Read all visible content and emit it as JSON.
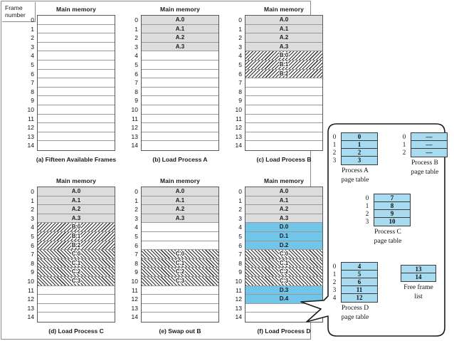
{
  "figure": {
    "frame_number_label": "Frame\nnumber",
    "memory_title": "Main memory"
  },
  "legend_colors": {
    "process_a_fill": "#dcdcdc",
    "process_b_fill": "hatch-backslash",
    "process_c_fill": "hatch-slash",
    "process_d_fill": "#70c5e8",
    "page_table_fill": "#a8daf0",
    "empty_fill": "#ffffff"
  },
  "panels": [
    {
      "id": "a",
      "title": "Main memory",
      "caption": "(a) Fifteen Available Frames",
      "frames": [
        {
          "n": "0",
          "label": "",
          "fill": "empty"
        },
        {
          "n": "1",
          "label": "",
          "fill": "empty"
        },
        {
          "n": "2",
          "label": "",
          "fill": "empty"
        },
        {
          "n": "3",
          "label": "",
          "fill": "empty"
        },
        {
          "n": "4",
          "label": "",
          "fill": "empty"
        },
        {
          "n": "5",
          "label": "",
          "fill": "empty"
        },
        {
          "n": "6",
          "label": "",
          "fill": "empty"
        },
        {
          "n": "7",
          "label": "",
          "fill": "empty"
        },
        {
          "n": "8",
          "label": "",
          "fill": "empty"
        },
        {
          "n": "9",
          "label": "",
          "fill": "empty"
        },
        {
          "n": "10",
          "label": "",
          "fill": "empty"
        },
        {
          "n": "11",
          "label": "",
          "fill": "empty"
        },
        {
          "n": "12",
          "label": "",
          "fill": "empty"
        },
        {
          "n": "13",
          "label": "",
          "fill": "empty"
        },
        {
          "n": "14",
          "label": "",
          "fill": "empty"
        }
      ]
    },
    {
      "id": "b",
      "title": "Main memory",
      "caption": "(b) Load Process A",
      "frames": [
        {
          "n": "0",
          "label": "A.0",
          "fill": "gray"
        },
        {
          "n": "1",
          "label": "A.1",
          "fill": "gray"
        },
        {
          "n": "2",
          "label": "A.2",
          "fill": "gray"
        },
        {
          "n": "3",
          "label": "A.3",
          "fill": "gray"
        },
        {
          "n": "4",
          "label": "",
          "fill": "empty"
        },
        {
          "n": "5",
          "label": "",
          "fill": "empty"
        },
        {
          "n": "6",
          "label": "",
          "fill": "empty"
        },
        {
          "n": "7",
          "label": "",
          "fill": "empty"
        },
        {
          "n": "8",
          "label": "",
          "fill": "empty"
        },
        {
          "n": "9",
          "label": "",
          "fill": "empty"
        },
        {
          "n": "10",
          "label": "",
          "fill": "empty"
        },
        {
          "n": "11",
          "label": "",
          "fill": "empty"
        },
        {
          "n": "12",
          "label": "",
          "fill": "empty"
        },
        {
          "n": "13",
          "label": "",
          "fill": "empty"
        },
        {
          "n": "14",
          "label": "",
          "fill": "empty"
        }
      ]
    },
    {
      "id": "c",
      "title": "Main memory",
      "caption": "(c) Load Process B",
      "frames": [
        {
          "n": "0",
          "label": "A.0",
          "fill": "gray"
        },
        {
          "n": "1",
          "label": "A.1",
          "fill": "gray"
        },
        {
          "n": "2",
          "label": "A.2",
          "fill": "gray"
        },
        {
          "n": "3",
          "label": "A.3",
          "fill": "gray"
        },
        {
          "n": "4",
          "label": "B.0",
          "fill": "hatchB"
        },
        {
          "n": "5",
          "label": "B.1",
          "fill": "hatchB"
        },
        {
          "n": "6",
          "label": "B.2",
          "fill": "hatchB"
        },
        {
          "n": "7",
          "label": "",
          "fill": "empty"
        },
        {
          "n": "8",
          "label": "",
          "fill": "empty"
        },
        {
          "n": "9",
          "label": "",
          "fill": "empty"
        },
        {
          "n": "10",
          "label": "",
          "fill": "empty"
        },
        {
          "n": "11",
          "label": "",
          "fill": "empty"
        },
        {
          "n": "12",
          "label": "",
          "fill": "empty"
        },
        {
          "n": "13",
          "label": "",
          "fill": "empty"
        },
        {
          "n": "14",
          "label": "",
          "fill": "empty"
        }
      ]
    },
    {
      "id": "d",
      "title": "Main memory",
      "caption": "(d) Load Process C",
      "frames": [
        {
          "n": "0",
          "label": "A.0",
          "fill": "gray"
        },
        {
          "n": "1",
          "label": "A.1",
          "fill": "gray"
        },
        {
          "n": "2",
          "label": "A.2",
          "fill": "gray"
        },
        {
          "n": "3",
          "label": "A.3",
          "fill": "gray"
        },
        {
          "n": "4",
          "label": "B.0",
          "fill": "hatchB"
        },
        {
          "n": "5",
          "label": "B.1",
          "fill": "hatchB"
        },
        {
          "n": "6",
          "label": "B.2",
          "fill": "hatchB"
        },
        {
          "n": "7",
          "label": "C.0",
          "fill": "hatchC"
        },
        {
          "n": "8",
          "label": "C.1",
          "fill": "hatchC"
        },
        {
          "n": "9",
          "label": "C.2",
          "fill": "hatchC"
        },
        {
          "n": "10",
          "label": "C.3",
          "fill": "hatchC"
        },
        {
          "n": "11",
          "label": "",
          "fill": "empty"
        },
        {
          "n": "12",
          "label": "",
          "fill": "empty"
        },
        {
          "n": "13",
          "label": "",
          "fill": "empty"
        },
        {
          "n": "14",
          "label": "",
          "fill": "empty"
        }
      ]
    },
    {
      "id": "e",
      "title": "Main memory",
      "caption": "(e) Swap out B",
      "frames": [
        {
          "n": "0",
          "label": "A.0",
          "fill": "gray"
        },
        {
          "n": "1",
          "label": "A.1",
          "fill": "gray"
        },
        {
          "n": "2",
          "label": "A.2",
          "fill": "gray"
        },
        {
          "n": "3",
          "label": "A.3",
          "fill": "gray"
        },
        {
          "n": "4",
          "label": "",
          "fill": "empty"
        },
        {
          "n": "5",
          "label": "",
          "fill": "empty"
        },
        {
          "n": "6",
          "label": "",
          "fill": "empty"
        },
        {
          "n": "7",
          "label": "C.0",
          "fill": "hatchC"
        },
        {
          "n": "8",
          "label": "C.1",
          "fill": "hatchC"
        },
        {
          "n": "9",
          "label": "C.2",
          "fill": "hatchC"
        },
        {
          "n": "10",
          "label": "C.3",
          "fill": "hatchC"
        },
        {
          "n": "11",
          "label": "",
          "fill": "empty"
        },
        {
          "n": "12",
          "label": "",
          "fill": "empty"
        },
        {
          "n": "13",
          "label": "",
          "fill": "empty"
        },
        {
          "n": "14",
          "label": "",
          "fill": "empty"
        }
      ]
    },
    {
      "id": "f",
      "title": "Main memory",
      "caption": "(f) Load Process D",
      "frames": [
        {
          "n": "0",
          "label": "A.0",
          "fill": "gray"
        },
        {
          "n": "1",
          "label": "A.1",
          "fill": "gray"
        },
        {
          "n": "2",
          "label": "A.2",
          "fill": "gray"
        },
        {
          "n": "3",
          "label": "A.3",
          "fill": "gray"
        },
        {
          "n": "4",
          "label": "D.0",
          "fill": "blue"
        },
        {
          "n": "5",
          "label": "D.1",
          "fill": "blue"
        },
        {
          "n": "6",
          "label": "D.2",
          "fill": "blue"
        },
        {
          "n": "7",
          "label": "C.0",
          "fill": "hatchC"
        },
        {
          "n": "8",
          "label": "C.1",
          "fill": "hatchC"
        },
        {
          "n": "9",
          "label": "C.2",
          "fill": "hatchC"
        },
        {
          "n": "10",
          "label": "C.3",
          "fill": "hatchC"
        },
        {
          "n": "11",
          "label": "D.3",
          "fill": "blue"
        },
        {
          "n": "12",
          "label": "D.4",
          "fill": "blue"
        },
        {
          "n": "13",
          "label": "",
          "fill": "empty"
        },
        {
          "n": "14",
          "label": "",
          "fill": "empty"
        }
      ]
    }
  ],
  "callout": {
    "page_tables": [
      {
        "id": "process-a",
        "caption_line1": "Process A",
        "caption_line2": "page table",
        "entries": [
          {
            "page": "0",
            "frame": "0"
          },
          {
            "page": "1",
            "frame": "1"
          },
          {
            "page": "2",
            "frame": "2"
          },
          {
            "page": "3",
            "frame": "3"
          }
        ]
      },
      {
        "id": "process-b",
        "caption_line1": "Process B",
        "caption_line2": "page table",
        "entries": [
          {
            "page": "0",
            "frame": "—"
          },
          {
            "page": "1",
            "frame": "—"
          },
          {
            "page": "2",
            "frame": "—"
          }
        ]
      },
      {
        "id": "process-c",
        "caption_line1": "Process C",
        "caption_line2": "page table",
        "entries": [
          {
            "page": "0",
            "frame": "7"
          },
          {
            "page": "1",
            "frame": "8"
          },
          {
            "page": "2",
            "frame": "9"
          },
          {
            "page": "3",
            "frame": "10"
          }
        ]
      },
      {
        "id": "process-d",
        "caption_line1": "Process D",
        "caption_line2": "page table",
        "entries": [
          {
            "page": "0",
            "frame": "4"
          },
          {
            "page": "1",
            "frame": "5"
          },
          {
            "page": "2",
            "frame": "6"
          },
          {
            "page": "3",
            "frame": "11"
          },
          {
            "page": "4",
            "frame": "12"
          }
        ]
      }
    ],
    "free_frame_list": {
      "caption_line1": "Free frame",
      "caption_line2": "list",
      "frames": [
        "13",
        "14"
      ]
    }
  }
}
